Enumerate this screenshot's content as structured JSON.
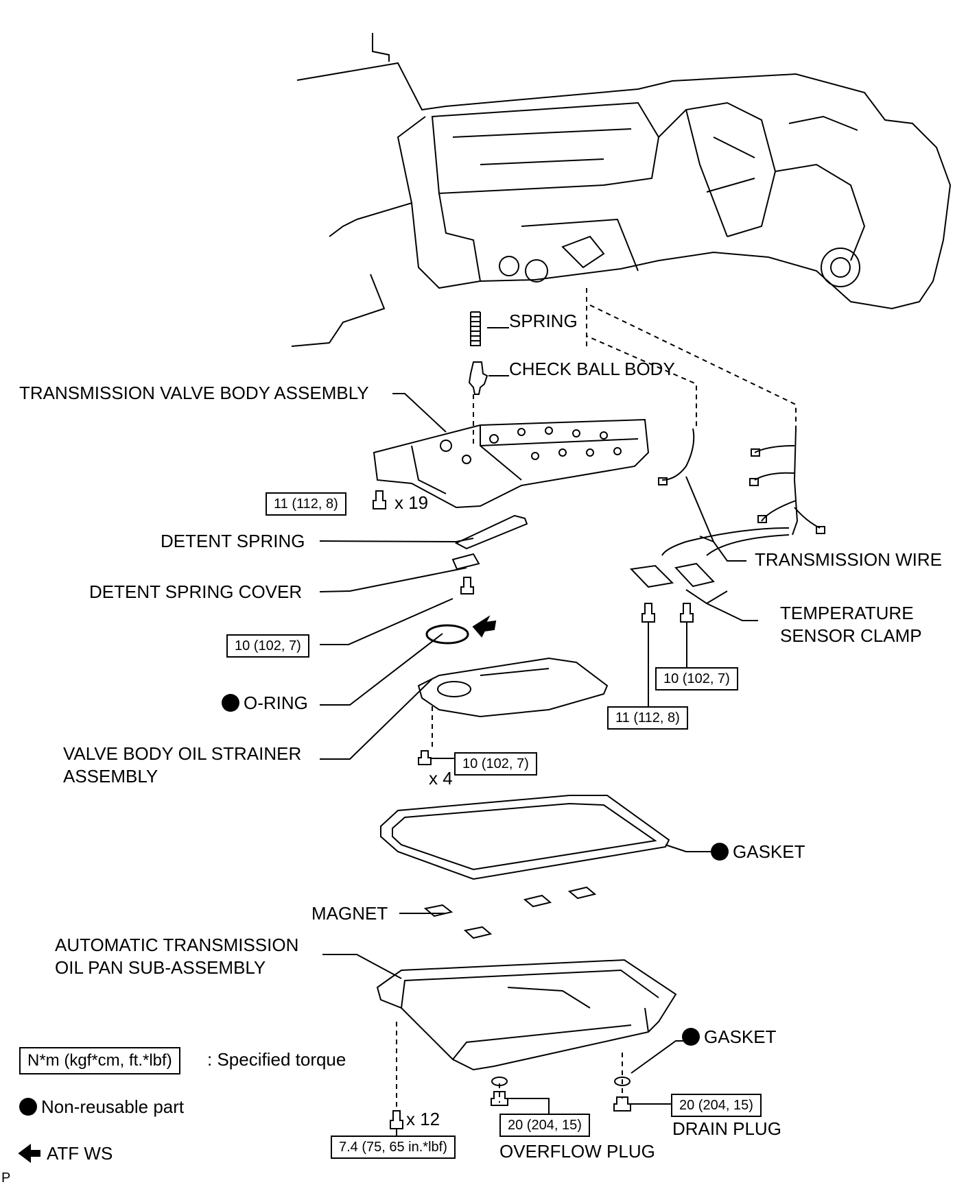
{
  "labels": {
    "spring": "SPRING",
    "check_ball_body": "CHECK BALL BODY",
    "valve_body": "TRANSMISSION VALVE BODY ASSEMBLY",
    "detent_spring": "DETENT SPRING",
    "detent_spring_cover": "DETENT SPRING COVER",
    "transmission_wire": "TRANSMISSION WIRE",
    "temp_sensor_clamp_1": "TEMPERATURE",
    "temp_sensor_clamp_2": "SENSOR CLAMP",
    "o_ring": "O-RING",
    "strainer_1": "VALVE BODY OIL STRAINER",
    "strainer_2": "ASSEMBLY",
    "gasket_pan": "GASKET",
    "magnet": "MAGNET",
    "oil_pan_1": "AUTOMATIC TRANSMISSION",
    "oil_pan_2": "OIL PAN SUB-ASSEMBLY",
    "gasket_plug": "GASKET",
    "drain_plug": "DRAIN PLUG",
    "overflow_plug": "OVERFLOW PLUG",
    "page_mark": "P"
  },
  "counts": {
    "valve_body_bolts": "x 19",
    "strainer_bolts": "x 4",
    "pan_bolts": "x 12"
  },
  "torques": {
    "valve_body": "11 (112, 8)",
    "detent_cover": "10 (102, 7)",
    "clamp_a": "10 (102, 7)",
    "clamp_b": "11 (112, 8)",
    "strainer": "10 (102, 7)",
    "drain_plug": "20 (204, 15)",
    "overflow_plug": "20 (204, 15)",
    "pan": "7.4 (75, 65 in.*lbf)"
  },
  "legend": {
    "torque_box": "N*m (kgf*cm, ft.*lbf)",
    "torque_text": ": Specified torque",
    "non_reusable": "Non-reusable part",
    "atf": "ATF WS"
  }
}
